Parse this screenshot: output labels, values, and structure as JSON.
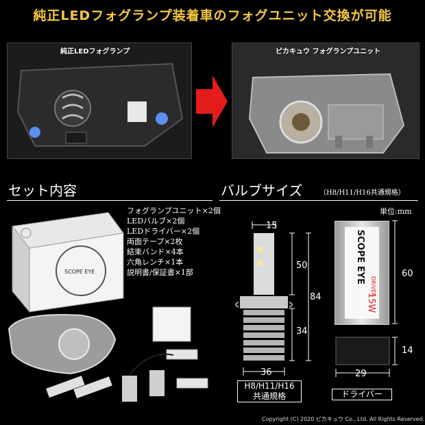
{
  "headline": "純正LEDフォグランプ装着車のフォグユニット交換が可能",
  "before_label": "純正LEDフォグランプ",
  "after_label": "ピカキュウ フォグランプユニット",
  "set_contents": {
    "title": "セット内容",
    "items": [
      "フォグランプユニット×2個",
      "LEDバルブ×2個",
      "LEDドライバー×2個",
      "両面テープ×2枚",
      "結束バンド×4本",
      "六角レンチ×1本",
      "説明書/保証書×1部"
    ]
  },
  "bulb_size": {
    "title": "バルブサイズ",
    "note": "（H8/H11/H16共通規格）",
    "unit": "単位:mm",
    "bulb_dims": {
      "top_width": "15",
      "upper_height": "50",
      "total_height": "84",
      "lower_height": "34",
      "base_width": "36"
    },
    "driver_dims": {
      "height": "60",
      "depth": "14",
      "width": "29"
    },
    "bulb_caption_line1": "H8/H11/H16",
    "bulb_caption_line2": "共通規格",
    "driver_caption": "ドライバー",
    "driver_brand": "SCOPE EYE",
    "driver_power": "15W",
    "driver_text": "DRIVER"
  },
  "copyright": "Copyright (C) 2020 ピカキュウ Co., Ltd. All Rights Reserved.",
  "colors": {
    "headline": "#f5c842",
    "arrow": "#e31b1b"
  }
}
